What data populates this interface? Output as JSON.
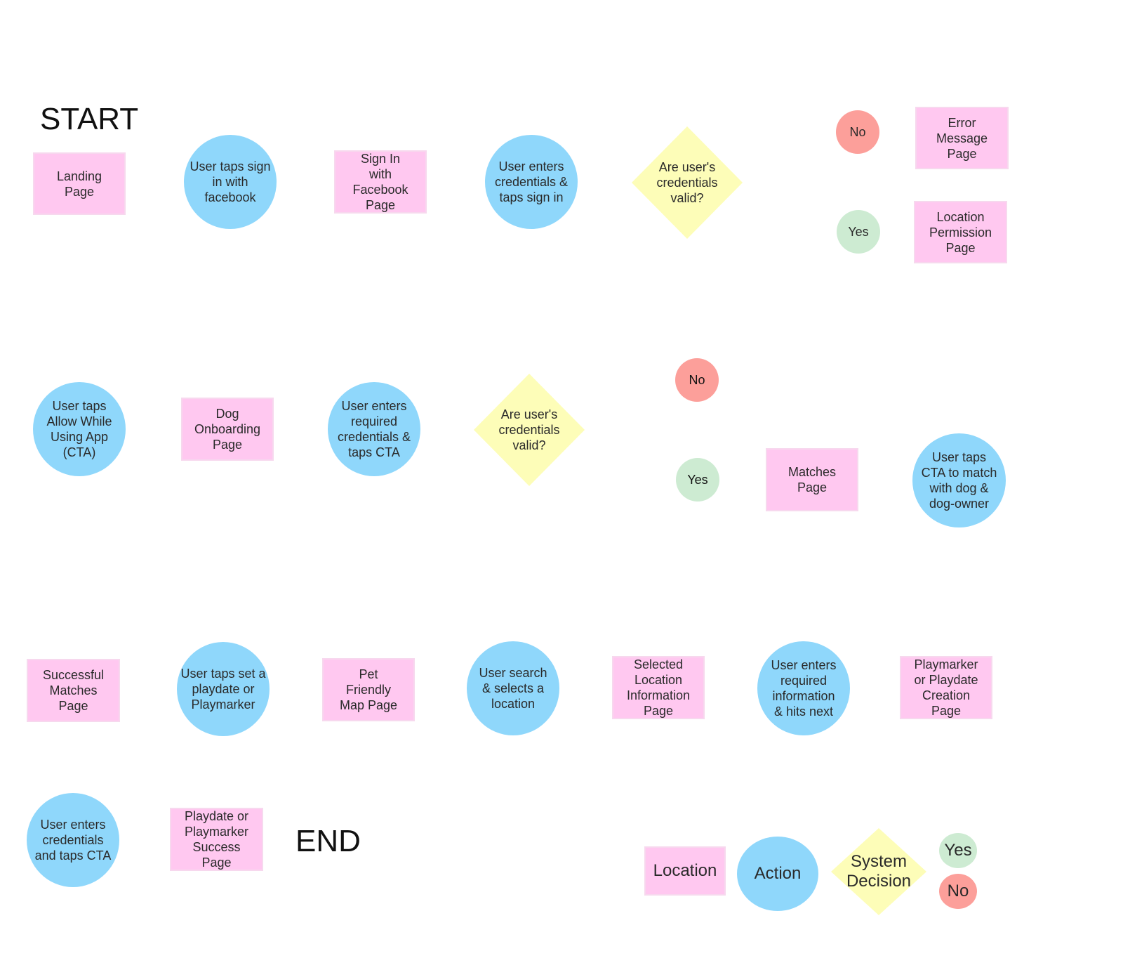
{
  "start_label": "START",
  "end_label": "END",
  "row1": {
    "landing": "Landing\nPage",
    "taps_fb": "User taps sign\nin with\nfacebook",
    "signin_fb": "Sign In\nwith\nFacebook\nPage",
    "enters_creds": "User enters\ncredentials &\ntaps sign in",
    "decision": "Are user's\ncredentials\nvalid?",
    "no": "No",
    "error_page": "Error\nMessage\nPage",
    "yes": "Yes",
    "location_perm": "Location\nPermission\nPage"
  },
  "row2": {
    "allow_while": "User taps\nAllow While\nUsing App\n(CTA)",
    "dog_onboarding": "Dog\nOnboarding\nPage",
    "enters_required": "User enters\nrequired\ncredentials &\ntaps CTA",
    "decision": "Are user's\ncredentials\nvalid?",
    "no": "No",
    "yes": "Yes",
    "matches": "Matches\nPage",
    "taps_match": "User taps\nCTA to match\nwith dog &\ndog-owner"
  },
  "row3": {
    "successful": "Successful\nMatches\nPage",
    "taps_playdate": "User taps set a\nplaydate or\nPlaymarker",
    "pet_map": "Pet\nFriendly\nMap Page",
    "search": "User search\n& selects a\nlocation",
    "selected_loc": "Selected\nLocation\nInformation\nPage",
    "enters_info": "User enters\nrequired\ninformation\n& hits next",
    "playmarker_creation": "Playmarker\nor Playdate\nCreation\nPage"
  },
  "row4": {
    "enters_cta": "User enters\ncredentials\nand taps CTA",
    "success": "Playdate or\nPlaymarker\nSuccess\nPage"
  },
  "legend": {
    "location": "Location",
    "action": "Action",
    "decision": "System\nDecision",
    "yes": "Yes",
    "no": "No"
  },
  "colors": {
    "page": "#ffc8f0",
    "action": "#8fd7fb",
    "decision": "#fdfdb8",
    "yes": "#cdebd2",
    "no": "#fc9f9a"
  }
}
